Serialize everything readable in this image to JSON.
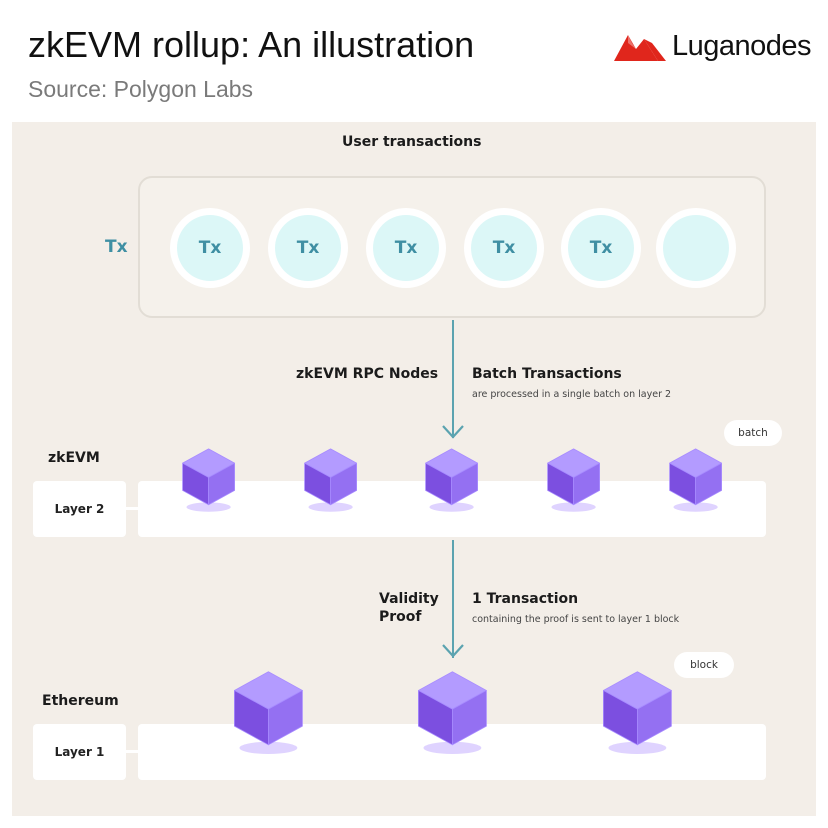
{
  "header": {
    "title": "zkEVM rollup: An illustration",
    "subtitle": "Source: Polygon Labs",
    "logo_text": "Luganodes"
  },
  "diagram": {
    "user_transactions_label": "User transactions",
    "tx_side_label": "Tx",
    "tx_items": [
      "Tx",
      "Tx",
      "Tx",
      "Tx",
      "Tx",
      ""
    ],
    "step1": {
      "left_label": "zkEVM RPC Nodes",
      "right_title": "Batch Transactions",
      "right_desc": "are processed in a single batch on layer 2"
    },
    "layer2": {
      "chain_label": "zkEVM",
      "layer_label": "Layer 2",
      "bubble": "batch"
    },
    "step2": {
      "left_label_line1": "Validity",
      "left_label_line2": "Proof",
      "right_title": "1 Transaction",
      "right_desc": "containing the proof is sent to layer 1 block"
    },
    "layer1": {
      "chain_label": "Ethereum",
      "layer_label": "Layer 1",
      "bubble": "block"
    }
  },
  "colors": {
    "background_panel": "#f3eee8",
    "tx_circle_fill": "#dcf7f7",
    "tx_text": "#3f8fa3",
    "arrow": "#5ba3b0",
    "cube_purple": "#8b63ea",
    "logo_red": "#e0261c"
  },
  "icons": {
    "logo": "luganodes-mountain-logo",
    "cube": "block-cube-icon",
    "arrow": "arrow-down-icon"
  }
}
